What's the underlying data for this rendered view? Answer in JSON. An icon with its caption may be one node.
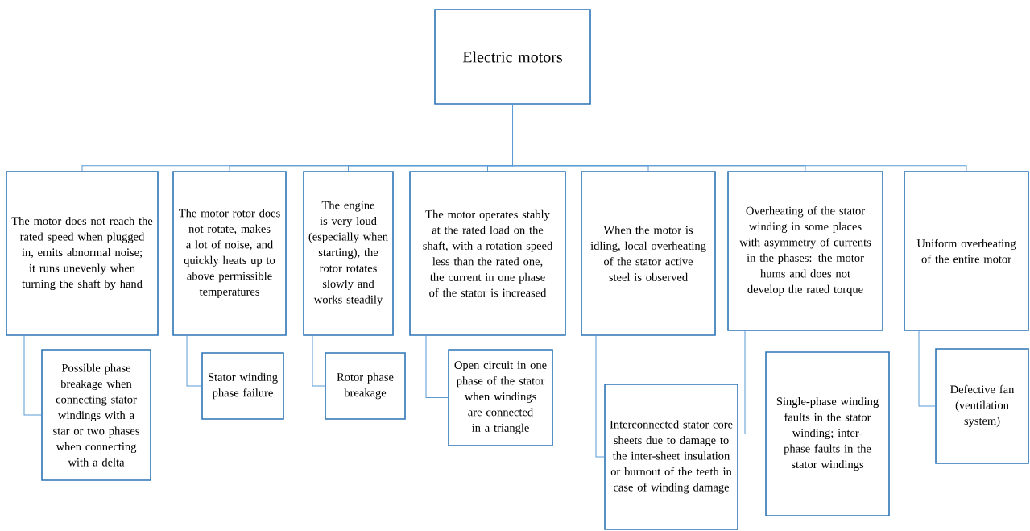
{
  "diagram": {
    "nodes": [
      {
        "text": [
          "Electric motors"
        ]
      },
      {
        "text": [
          "The motor does not reach the rated speed when plugged in, emits abnormal noise; it runs unevenly when turning the shaft by hand"
        ]
      },
      {
        "text": [
          "The motor rotor does not rotate, makes a lot of noise, and quickly heats up to above permissible temperatures"
        ]
      },
      {
        "text": [
          "The engine is very loud (especially when starting), the rotor rotates slowly and works steadily"
        ]
      },
      {
        "text": [
          "The motor operates stably at the rated load on the shaft, with a rotation speed less than the rated one, the current in one phase of the stator is increased"
        ]
      },
      {
        "text": [
          "When the motor is idling, local overheating of the stator active steel is observed"
        ]
      },
      {
        "text": [
          "Overheating of the stator winding in some places with asymmetry of currents in the phases: the motor hums and does not develop the rated torque"
        ]
      },
      {
        "text": [
          "Uniform overheating of the entire motor"
        ]
      },
      {
        "text": [
          "Possible phase breakage when connecting stator windings with a star or two phases when connecting with a delta"
        ]
      },
      {
        "text": [
          "Stator winding phase failure"
        ]
      },
      {
        "text": [
          "Rotor phase breakage"
        ]
      },
      {
        "text": [
          "Open circuit in one phase of the stator when windings are connected in a triangle"
        ]
      },
      {
        "text": [
          "Interconnected stator core sheets due to damage to the inter-sheet insulation or burnout of the teeth in case of winding damage"
        ]
      },
      {
        "text": [
          "Single-phase winding faults in the stator winding; inter-phase faults in the stator windings"
        ]
      },
      {
        "text": [
          "Defective fan (ventilation system)"
        ]
      }
    ],
    "edges": [
      {
        "from": 0,
        "to": 1,
        "arrow": "none"
      },
      {
        "from": 0,
        "to": 2,
        "arrow": "none"
      },
      {
        "from": 0,
        "to": 3,
        "arrow": "none"
      },
      {
        "from": 0,
        "to": 4,
        "arrow": "none"
      },
      {
        "from": 0,
        "to": 5,
        "arrow": "none"
      },
      {
        "from": 0,
        "to": 6,
        "arrow": "none"
      },
      {
        "from": 0,
        "to": 7,
        "arrow": "none"
      },
      {
        "from": 1,
        "to": 8,
        "arrow": "none"
      },
      {
        "from": 2,
        "to": 9,
        "arrow": "none"
      },
      {
        "from": 3,
        "to": 10,
        "arrow": "none"
      },
      {
        "from": 4,
        "to": 11,
        "arrow": "none"
      },
      {
        "from": 5,
        "to": 12,
        "arrow": "none"
      },
      {
        "from": 6,
        "to": 13,
        "arrow": "none"
      },
      {
        "from": 7,
        "to": 14,
        "arrow": "none"
      }
    ]
  }
}
